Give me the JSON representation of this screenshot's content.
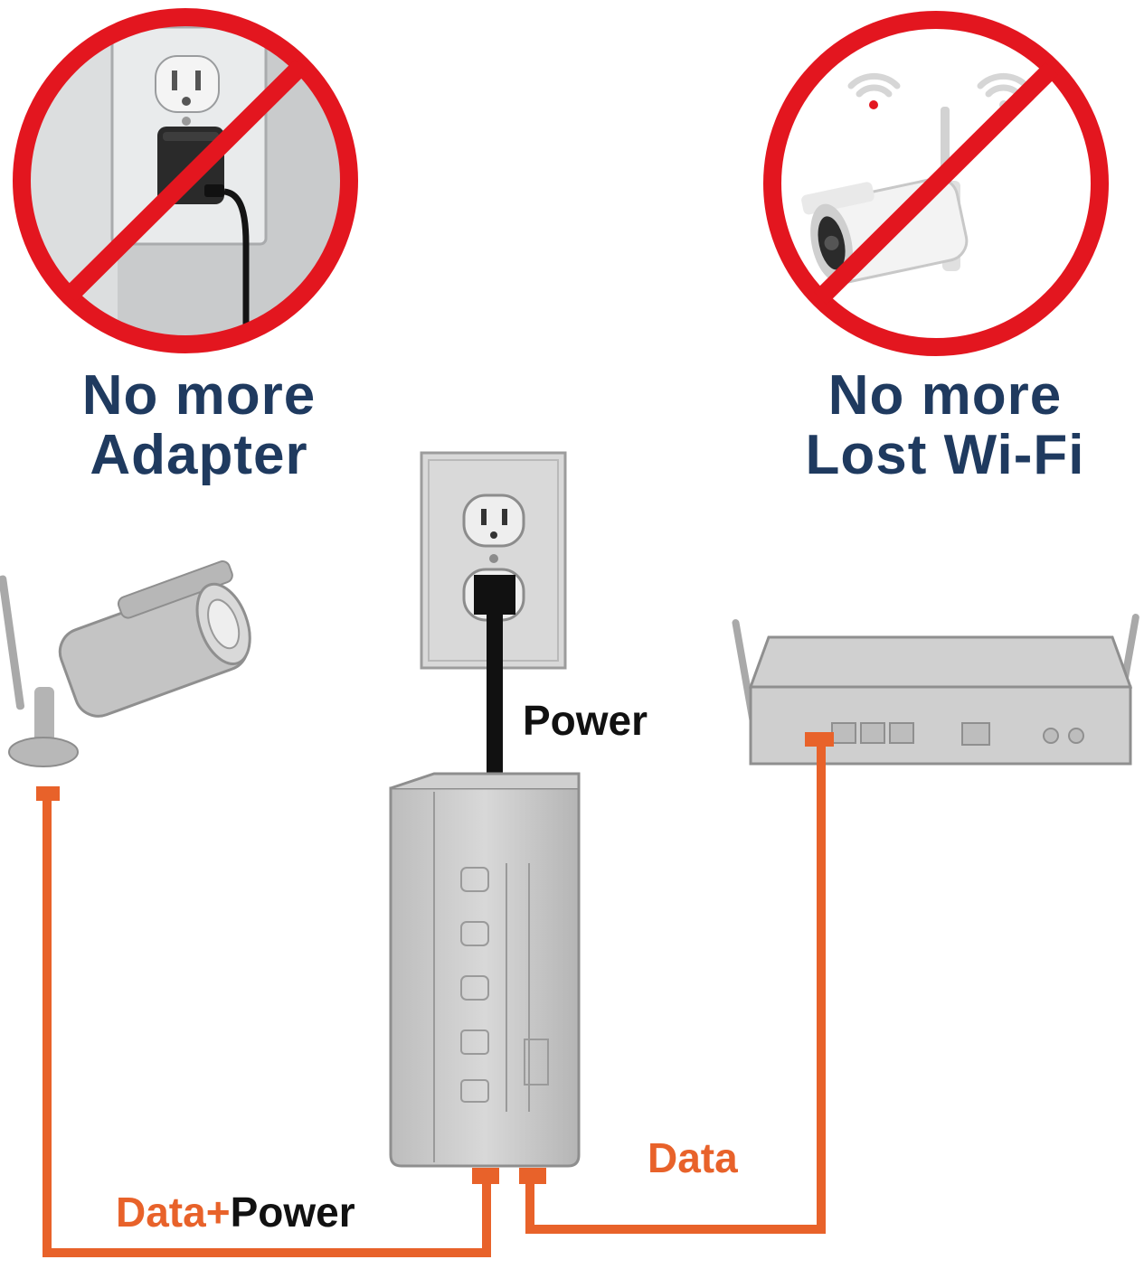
{
  "headlines": {
    "left": {
      "line1": "No more",
      "line2": "Adapter"
    },
    "right": {
      "line1": "No more",
      "line2": "Lost Wi-Fi"
    }
  },
  "cable_labels": {
    "power": "Power",
    "data": "Data",
    "data_power": {
      "part1": "Data",
      "plus": "+",
      "part2": "Power"
    }
  },
  "icons": {
    "no_adapter": "prohibited-wall-adapter-icon",
    "no_wifi": "prohibited-wifi-camera-icon",
    "wall_outlet": "wall-outlet-icon",
    "camera": "security-camera-icon",
    "router": "router-icon",
    "injector": "poe-injector-icon"
  },
  "colors": {
    "prohibition_red": "#e3161f",
    "headline_navy": "#1f3a5f",
    "data_cable": "#e8622a",
    "power_cable": "#111111"
  }
}
